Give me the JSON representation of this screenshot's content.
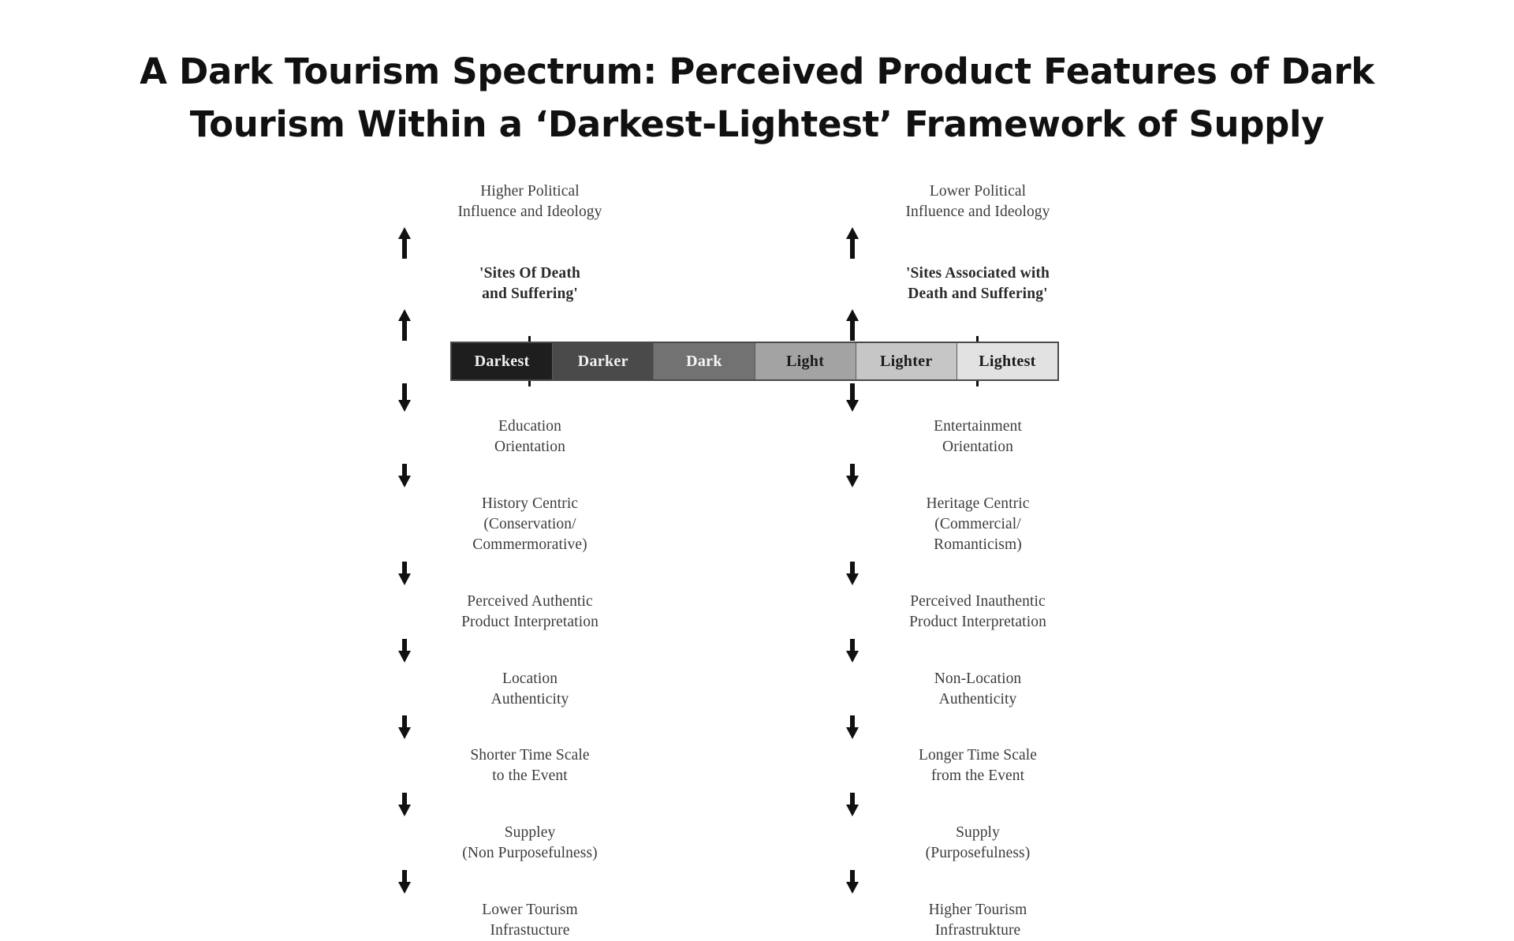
{
  "title": "A Dark Tourism Spectrum: Perceived Product Features of Dark Tourism Within a ‘Darkest-Lightest’ Framework of Supply",
  "colors": {
    "text": "#3c3c3c",
    "arrow": "#111111",
    "bar_border": "#4a4a4a"
  },
  "chart_data": {
    "type": "diagram",
    "title": "A Dark Tourism Spectrum: Perceived Product Features of Dark Tourism Within a ‘Darkest-Lightest’ Framework of Supply",
    "spectrum": {
      "segments": [
        {
          "label": "Darkest",
          "fill": "#1e1e1e",
          "text_color": "#f2f2f2"
        },
        {
          "label": "Darker",
          "fill": "#4a4a4a",
          "text_color": "#f2f2f2"
        },
        {
          "label": "Dark",
          "fill": "#727272",
          "text_color": "#f7f7f7"
        },
        {
          "label": "Light",
          "fill": "#a3a3a3",
          "text_color": "#1a1a1a"
        },
        {
          "label": "Lighter",
          "fill": "#c6c6c6",
          "text_color": "#1a1a1a"
        },
        {
          "label": "Lightest",
          "fill": "#e2e2e2",
          "text_color": "#1a1a1a"
        }
      ]
    },
    "columns": [
      {
        "id": "darkest-end",
        "anchor_segment": "Darkest",
        "above": [
          {
            "text": "Higher Political\nInfluence and Ideology",
            "bold": false
          },
          {
            "text": "'Sites Of Death\nand Suffering'",
            "bold": true
          }
        ],
        "below": [
          {
            "text": "Education\nOrientation",
            "bold": false
          },
          {
            "text": "History Centric\n(Conservation/\nCommermorative)",
            "bold": false
          },
          {
            "text": "Perceived Authentic\nProduct Interpretation",
            "bold": false
          },
          {
            "text": "Location\nAuthenticity",
            "bold": false
          },
          {
            "text": "Shorter Time Scale\nto the Event",
            "bold": false
          },
          {
            "text": "Suppley\n(Non Purposefulness)",
            "bold": false
          },
          {
            "text": "Lower Tourism\nInfrastucture",
            "bold": false
          }
        ]
      },
      {
        "id": "lightest-end",
        "anchor_segment": "Lightest",
        "above": [
          {
            "text": "Lower Political\nInfluence and Ideology",
            "bold": false
          },
          {
            "text": "'Sites Associated with\nDeath and Suffering'",
            "bold": true
          }
        ],
        "below": [
          {
            "text": "Entertainment\nOrientation",
            "bold": false
          },
          {
            "text": "Heritage Centric\n(Commercial/\nRomanticism)",
            "bold": false
          },
          {
            "text": "Perceived Inauthentic\nProduct Interpretation",
            "bold": false
          },
          {
            "text": "Non-Location\nAuthenticity",
            "bold": false
          },
          {
            "text": "Longer Time Scale\nfrom the Event",
            "bold": false
          },
          {
            "text": "Supply\n(Purposefulness)",
            "bold": false
          },
          {
            "text": "Higher Tourism\nInfrastrukture",
            "bold": false
          }
        ]
      }
    ]
  }
}
